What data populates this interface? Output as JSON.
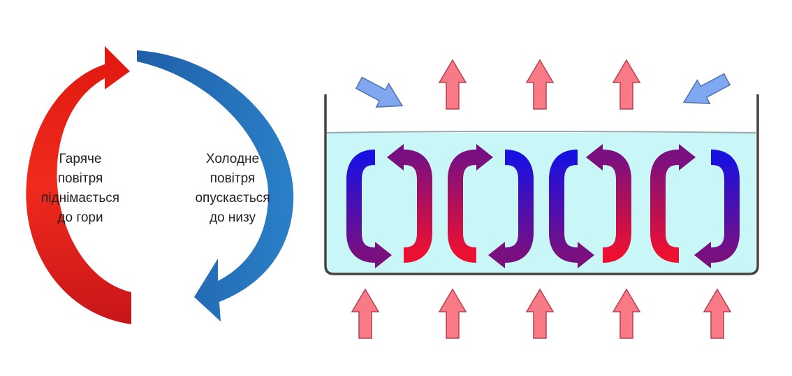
{
  "left_diagram": {
    "hot_air_lines": [
      "Гаряче",
      "повітря",
      "піднімається",
      "до гори"
    ],
    "cold_air_lines": [
      "Холодне",
      "повітря",
      "опускається",
      "до низу"
    ]
  },
  "colors": {
    "hot_arrow": "#e8261c",
    "cold_arrow": "#1f6fb5",
    "water": "#c9f7f7",
    "heat_arrow": "#f87a86",
    "cool_air_arrow": "#7fa8f0",
    "loop_blue": "#1a10e0",
    "loop_purple": "#7a1080",
    "loop_red": "#ee1030"
  }
}
